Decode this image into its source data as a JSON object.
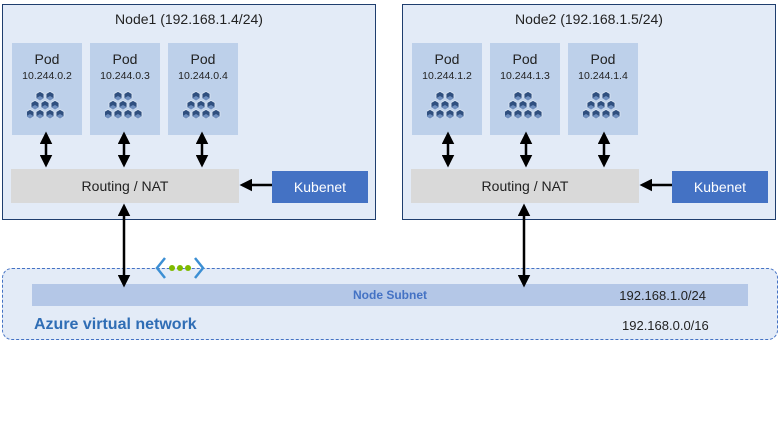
{
  "nodes": [
    {
      "title": "Node1 (192.168.1.4/24)",
      "pods": [
        {
          "label": "Pod",
          "ip": "10.244.0.2"
        },
        {
          "label": "Pod",
          "ip": "10.244.0.3"
        },
        {
          "label": "Pod",
          "ip": "10.244.0.4"
        }
      ],
      "routing": "Routing / NAT",
      "kubenet": "Kubenet"
    },
    {
      "title": "Node2 (192.168.1.5/24)",
      "pods": [
        {
          "label": "Pod",
          "ip": "10.244.1.2"
        },
        {
          "label": "Pod",
          "ip": "10.244.1.3"
        },
        {
          "label": "Pod",
          "ip": "10.244.1.4"
        }
      ],
      "routing": "Routing / NAT",
      "kubenet": "Kubenet"
    }
  ],
  "network": {
    "subnet_label": "Node Subnet",
    "subnet_cidr": "192.168.1.0/24",
    "vnet_label": "Azure virtual network",
    "vnet_cidr": "192.168.0.0/16"
  },
  "colors": {
    "node_bg": "#e3ebf7",
    "pod_bg": "#bdd0ea",
    "kubenet_bg": "#4472c4",
    "routing_bg": "#d9d9d9",
    "vnet_label": "#2f6db5",
    "subnet_bg": "#b4c7e7",
    "vnet_icon": "#3c8fd4",
    "vnet_icon_dots": "#7fba00"
  },
  "icons": {
    "pod": "cube-cluster-icon",
    "vnet": "virtual-network-icon"
  }
}
